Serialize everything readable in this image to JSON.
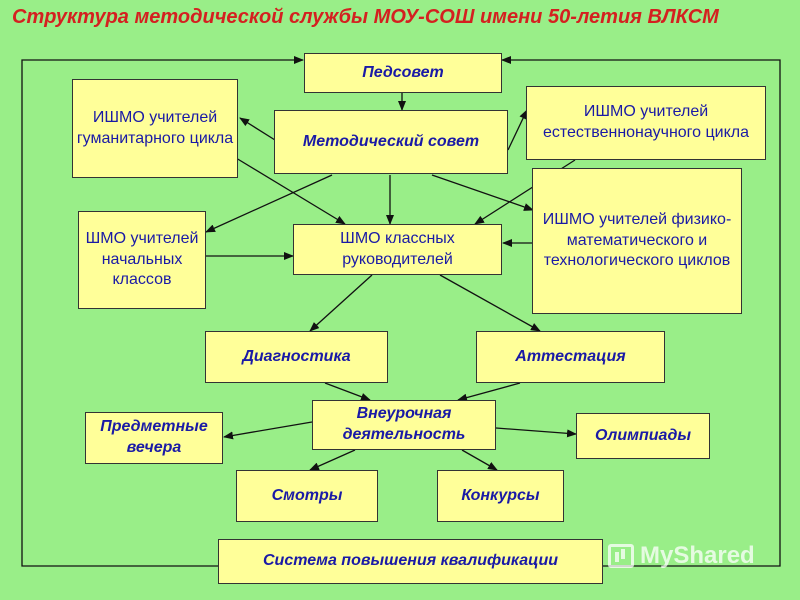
{
  "title": "Структура методической службы МОУ-СОШ имени 50-летия ВЛКСМ",
  "nodes": {
    "pedsovet": "Педсовет",
    "metod_sovet": "Методический совет",
    "ishmo_gum": "ИШМО учителей гуманитарного цикла",
    "ishmo_est": "ИШМО учителей естественнонаучного цикла",
    "ishmo_fiz": "ИШМО учителей физико-математического и технологического циклов",
    "shmo_nach": "ШМО учителей начальных классов",
    "shmo_klass": "ШМО классных руководителей",
    "diagnostika": "Диагностика",
    "attestaciya": "Аттестация",
    "vneurochnaya": "Внеурочная деятельность",
    "predmetnye": "Предметные вечера",
    "olimpiady": "Олимпиады",
    "smotry": "Смотры",
    "konkursy": "Конкурсы",
    "sistema": "Система повышения квалификации"
  },
  "watermark": "MyShared",
  "colors": {
    "background": "#99ee88",
    "box_fill": "#ffff99",
    "box_text": "#1a1aa6",
    "title": "#d42020"
  }
}
